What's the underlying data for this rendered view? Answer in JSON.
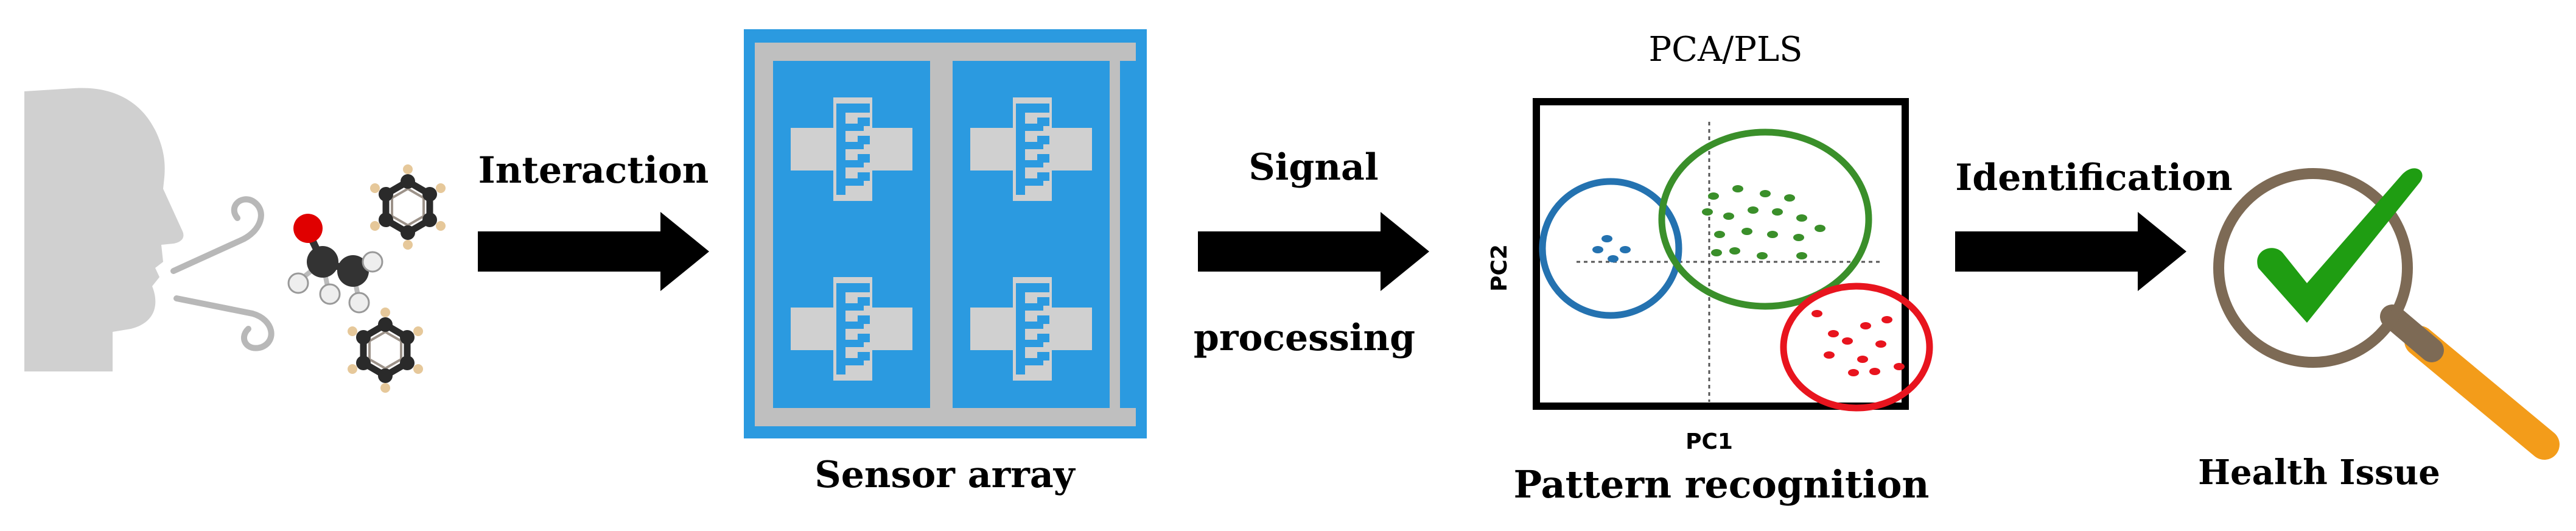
{
  "labels": {
    "interaction": "Interaction",
    "signal": "Signal",
    "processing": "processing",
    "identification": "Identification",
    "sensor_array": "Sensor array",
    "pca_pls": "PCA/PLS",
    "pattern_recognition": "Pattern recognition",
    "health_issue": "Health Issue",
    "pc1": "PC1",
    "pc2": "PC2"
  },
  "colors": {
    "face": "#d0d0d0",
    "arrow": "#000000",
    "sensor_blue": "#2b9ae0",
    "sensor_frame": "#bfbfbf",
    "cluster_blue": "#2472b0",
    "cluster_green": "#3a8f2a",
    "cluster_red": "#e8141e",
    "check_green": "#1f9d12",
    "magnifier_ring": "#7d6a55",
    "magnifier_handle": "#f39c1a"
  },
  "scatter": {
    "blue": [
      [
        2640,
        392
      ],
      [
        2670,
        410
      ],
      [
        2625,
        410
      ],
      [
        2650,
        425
      ]
    ],
    "green": [
      [
        2815,
        322
      ],
      [
        2855,
        310
      ],
      [
        2900,
        318
      ],
      [
        2940,
        325
      ],
      [
        2805,
        348
      ],
      [
        2840,
        355
      ],
      [
        2880,
        345
      ],
      [
        2920,
        348
      ],
      [
        2960,
        358
      ],
      [
        2825,
        385
      ],
      [
        2870,
        380
      ],
      [
        2912,
        385
      ],
      [
        2955,
        390
      ],
      [
        2990,
        375
      ],
      [
        2850,
        412
      ],
      [
        2895,
        420
      ],
      [
        2960,
        420
      ],
      [
        2820,
        415
      ]
    ],
    "red": [
      [
        2985,
        515
      ],
      [
        3012,
        548
      ],
      [
        3065,
        535
      ],
      [
        3035,
        560
      ],
      [
        3090,
        565
      ],
      [
        3005,
        583
      ],
      [
        3060,
        590
      ],
      [
        3100,
        525
      ],
      [
        3045,
        612
      ],
      [
        3080,
        610
      ],
      [
        3120,
        602
      ]
    ]
  }
}
